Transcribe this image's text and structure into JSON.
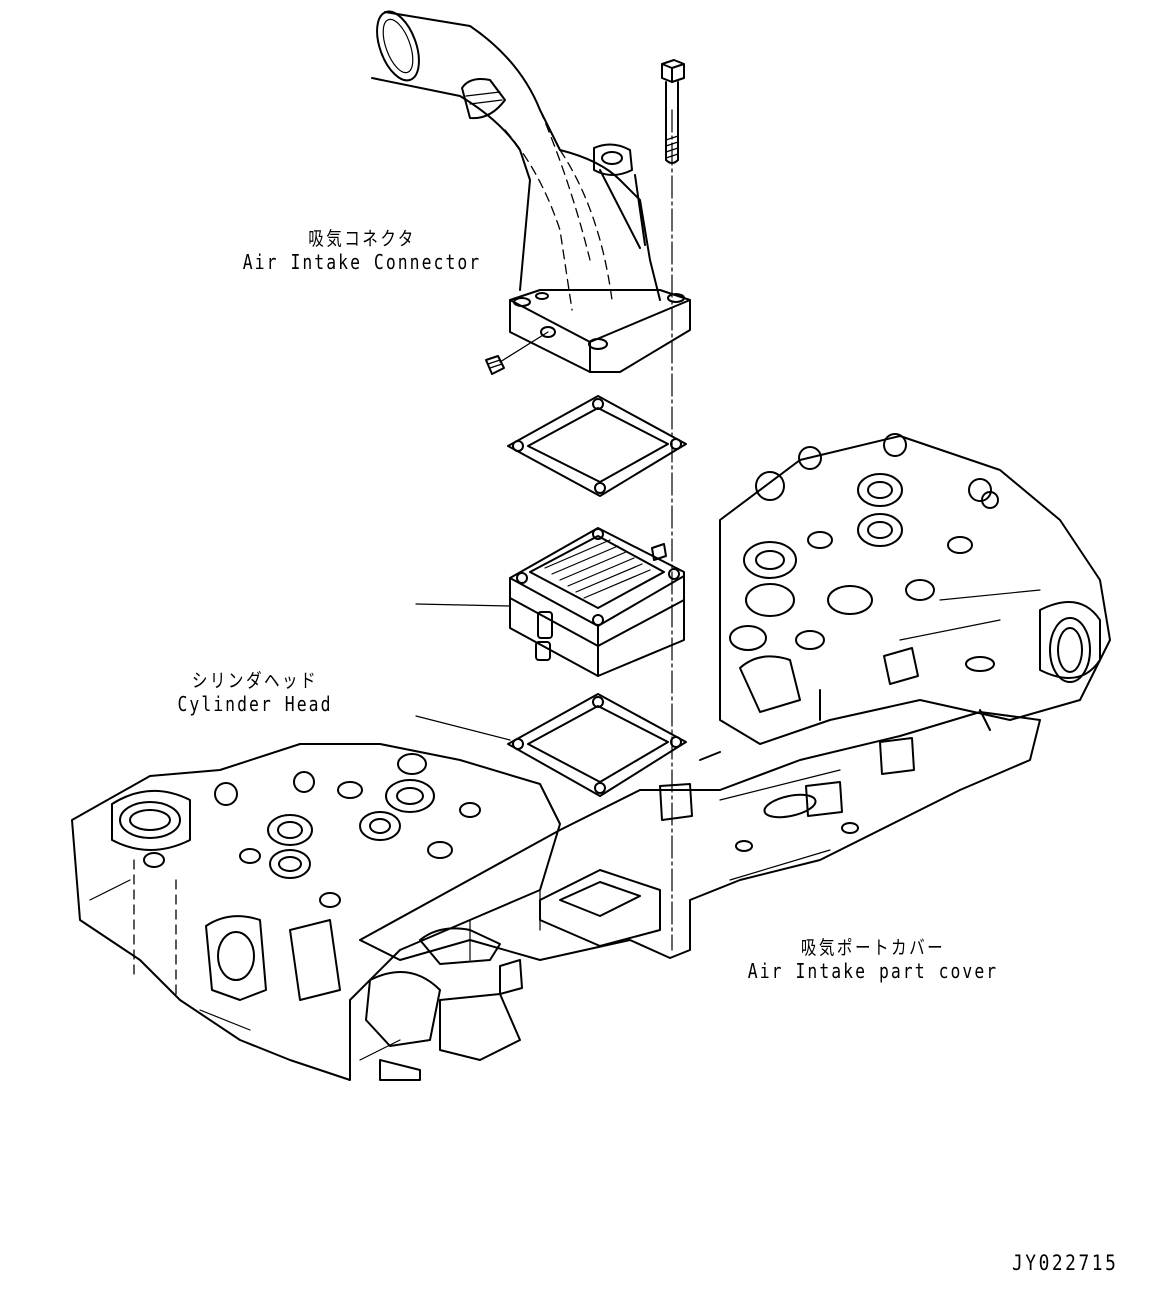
{
  "labels": {
    "air_intake_connector": {
      "jp": "吸気コネクタ",
      "en": "Air Intake Connector"
    },
    "cylinder_head": {
      "jp": "シリンダヘッド",
      "en": "Cylinder Head"
    },
    "air_intake_port_cover": {
      "jp": "吸気ポートカバー",
      "en": "Air Intake part cover"
    }
  },
  "drawing_code": "JY022715"
}
